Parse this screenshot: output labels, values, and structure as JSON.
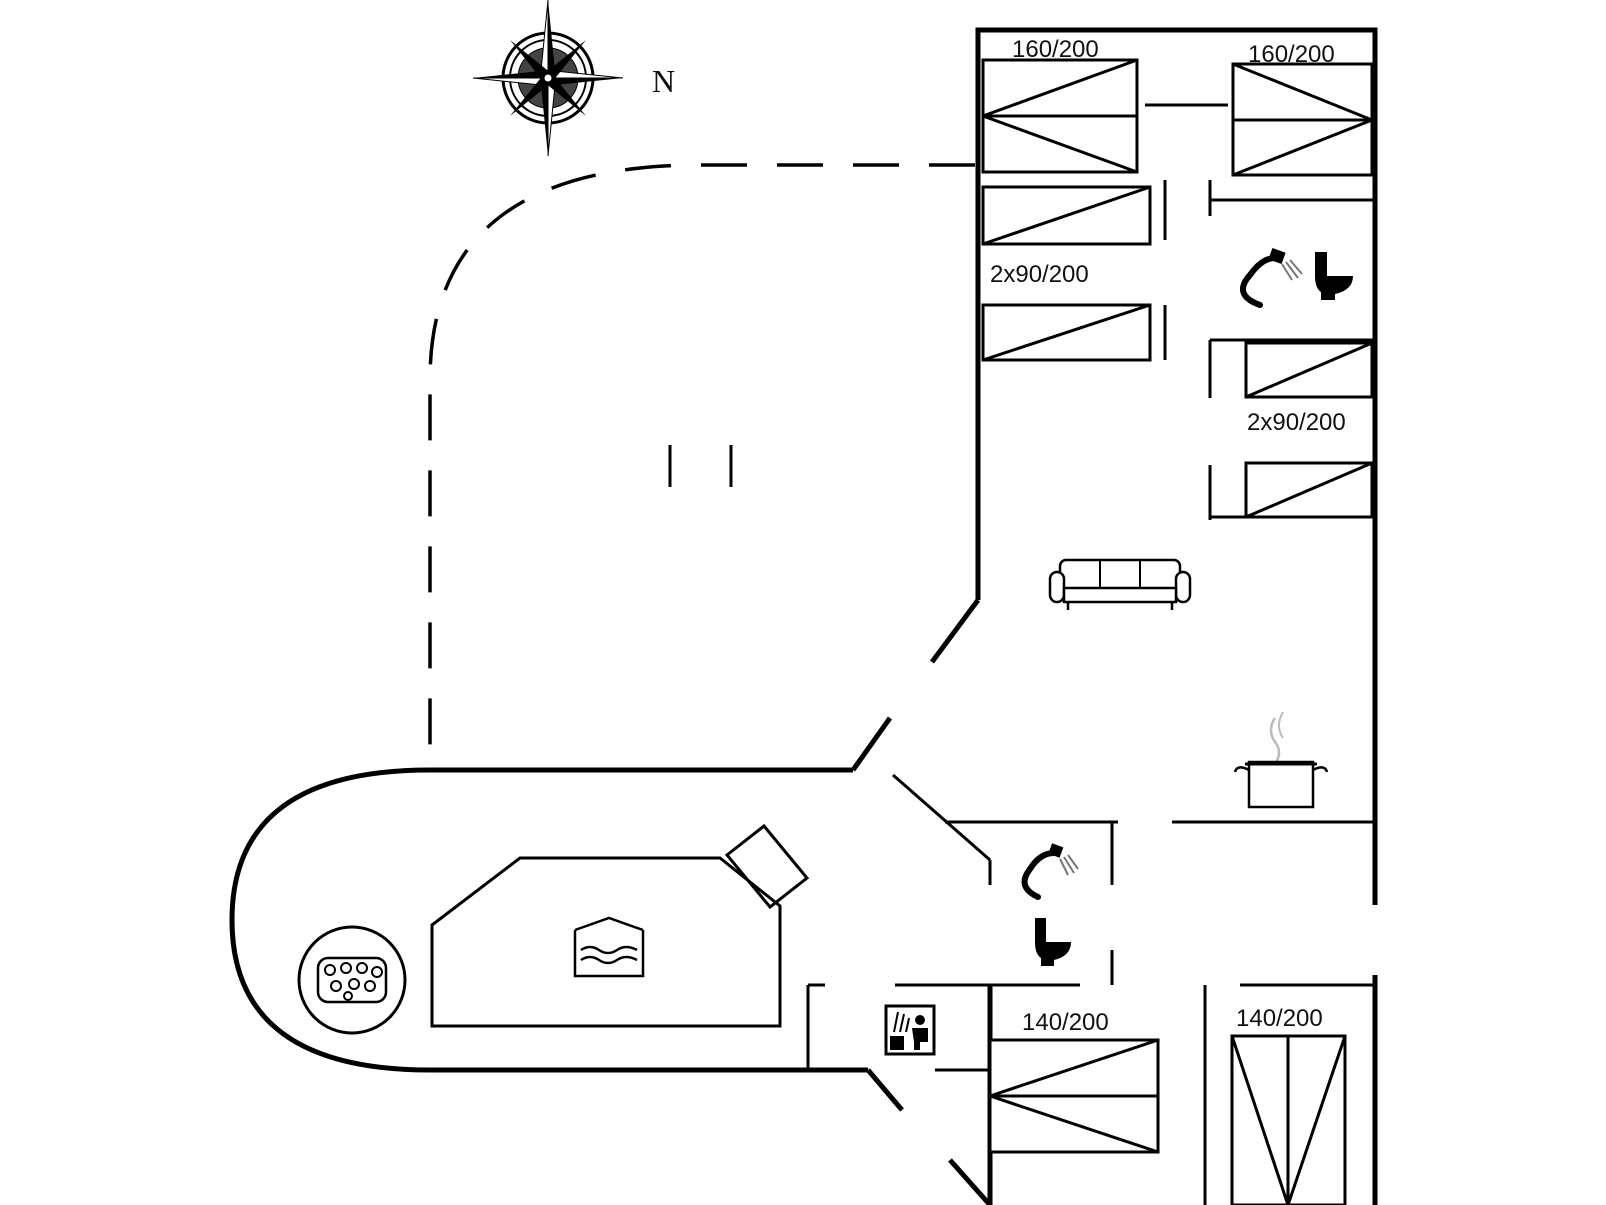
{
  "compass": {
    "north_label": "N"
  },
  "bed_labels": {
    "bedroom_1": "160/200",
    "bedroom_2": "160/200",
    "bedroom_3": "2x90/200",
    "bedroom_4": "2x90/200",
    "bedroom_5": "140/200",
    "bedroom_6": "140/200"
  },
  "icons": [
    "compass-rose-icon",
    "shower-icon",
    "toilet-icon",
    "sofa-icon",
    "cooking-pot-icon",
    "swimming-pool-icon",
    "whirlpool-icon",
    "sauna-icon"
  ]
}
